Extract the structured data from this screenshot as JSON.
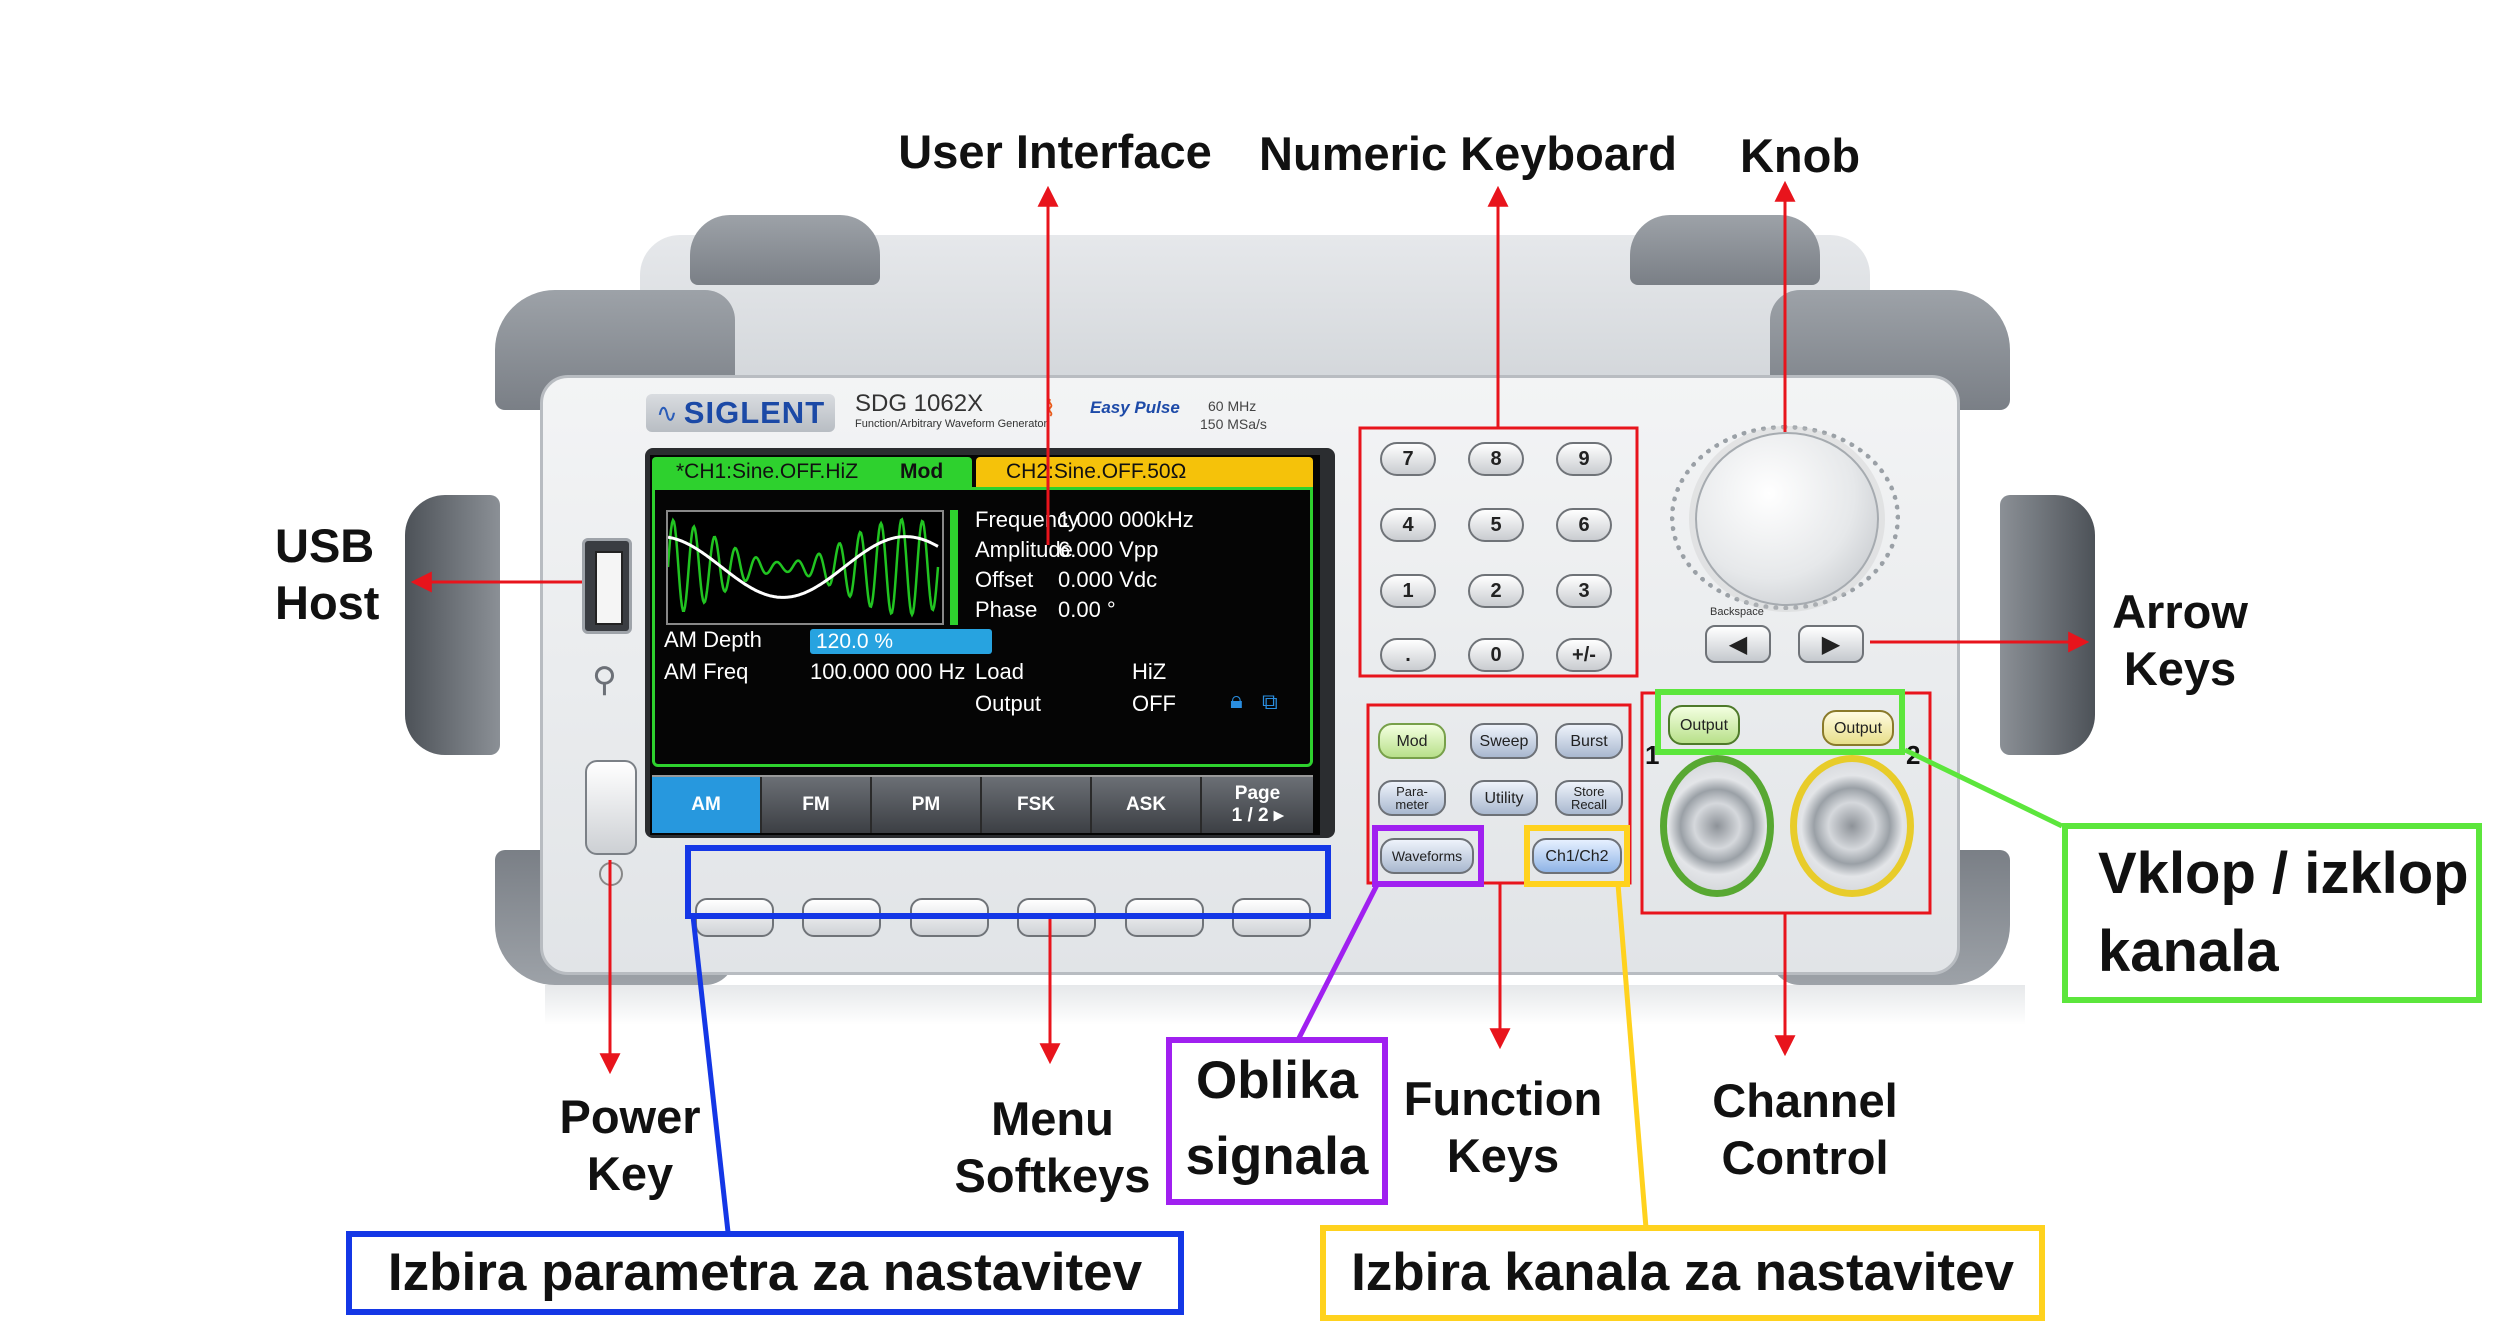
{
  "device": {
    "brand": "SIGLENT",
    "model": "SDG 1062X",
    "model_subtitle": "Function/Arbitrary Waveform Generator",
    "easy_pulse": "Easy Pulse",
    "spec_line1": "60 MHz",
    "spec_line2": "150 MSa/s"
  },
  "screen": {
    "ch1_tab": "*CH1:Sine.OFF.HiZ",
    "mod_label": "Mod",
    "ch2_tab": "CH2:Sine.OFF.50Ω",
    "params": [
      {
        "name": "Frequency",
        "value": "1.000 000kHz"
      },
      {
        "name": "Amplitude",
        "value": "6.000 Vpp"
      },
      {
        "name": "Offset",
        "value": "0.000 Vdc"
      },
      {
        "name": "Phase",
        "value": "0.00 °"
      }
    ],
    "am_depth_label": "AM Depth",
    "am_depth_value": "120.0 %",
    "am_freq_label": "AM Freq",
    "am_freq_value": "100.000 000 Hz",
    "load_label": "Load",
    "load_value": "HiZ",
    "output_label": "Output",
    "output_value": "OFF",
    "menu": [
      "AM",
      "FM",
      "PM",
      "FSK",
      "ASK"
    ],
    "page_label": "Page",
    "page_value": "1 / 2"
  },
  "numeric_keys": [
    "7",
    "8",
    "9",
    "4",
    "5",
    "6",
    "1",
    "2",
    "3",
    ".",
    "0",
    "+/-"
  ],
  "function_keys": {
    "mod": "Mod",
    "sweep": "Sweep",
    "burst": "Burst",
    "parameter": "Para-\nmeter",
    "utility": "Utility",
    "store_recall": "Store\nRecall",
    "waveforms": "Waveforms",
    "ch1_ch2": "Ch1/Ch2"
  },
  "panel": {
    "backspace": "Backspace",
    "output1": "Output",
    "output2": "Output",
    "ch1_number": "1",
    "ch2_number": "2"
  },
  "callouts": {
    "user_interface": "User Interface",
    "numeric_keyboard": "Numeric Keyboard",
    "knob": "Knob",
    "usb_line1": "USB",
    "usb_line2": "Host",
    "arrow_line1": "Arrow",
    "arrow_line2": "Keys",
    "power_line1": "Power",
    "power_line2": "Key",
    "menu_line1": "Menu",
    "menu_line2": "Softkeys",
    "function_line1": "Function",
    "function_line2": "Keys",
    "channel_line1": "Channel",
    "channel_line2": "Control"
  },
  "boxed_labels": {
    "izbira_parametra": "Izbira parametra za nastavitev",
    "oblika_line1": "Oblika",
    "oblika_line2": "signala",
    "izbira_kanala": "Izbira kanala za nastavitev",
    "vklop_line1": "Vklop / izklop",
    "vklop_line2": "kanala"
  },
  "colors": {
    "arrow_red": "#e8141c",
    "blue": "#1437e6",
    "purple": "#a020f0",
    "yellow": "#ffd21e",
    "green": "#5ce63c",
    "screen_green": "#2ed12e",
    "screen_yellow": "#f5c20a",
    "screen_blue": "#27a3e0"
  }
}
